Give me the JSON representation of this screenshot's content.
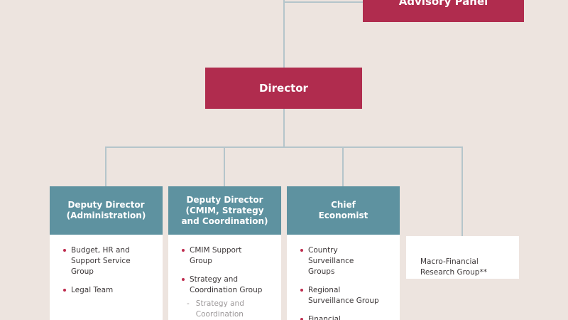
{
  "palette": {
    "background": "#EDE4DF",
    "crimson": "#B02C4E",
    "teal": "#5E92A0",
    "connector_line": "#B5C5CB",
    "bullet": "#BE2C4E",
    "body_text": "#3C3738",
    "sub_text": "#9C9899",
    "box_text": "#FFFFFF"
  },
  "advisory_panel": {
    "label": "Advisory Panel"
  },
  "director": {
    "label": "Director"
  },
  "columns": [
    {
      "header": "Deputy Director\n(Administration)",
      "items": [
        {
          "text": "Budget, HR and\nSupport Service\nGroup"
        },
        {
          "text": "Legal Team"
        }
      ]
    },
    {
      "header": "Deputy Director\n(CMIM, Strategy\nand Coordination)",
      "items": [
        {
          "text": "CMIM Support\nGroup"
        },
        {
          "text": "Strategy and\nCoordination Group"
        }
      ],
      "sub_item": {
        "marker": "-",
        "text": "Strategy and\nCoordination\nTeam"
      }
    },
    {
      "header": "Chief\nEconomist",
      "items": [
        {
          "text": "Country\nSurveillance\nGroups"
        },
        {
          "text": "Regional\nSurveillance Group"
        },
        {
          "text": "Financial"
        }
      ]
    }
  ],
  "research_box": {
    "label": "Macro-Financial\nResearch Group**"
  }
}
